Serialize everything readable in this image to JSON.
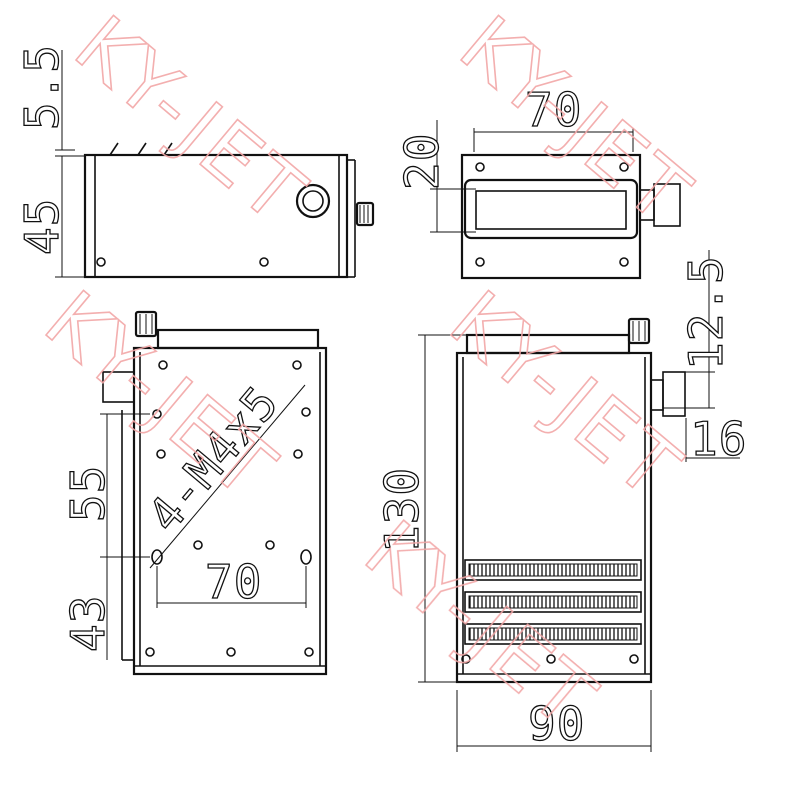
{
  "dimensions": {
    "side_top_gap": "5.5",
    "side_height": "45",
    "top_width": "70",
    "top_depth": "20",
    "front_hole_vertical": "55",
    "front_lower_offset": "43",
    "front_hole_horizontal": "70",
    "front_hole_callout": "4-M4x5",
    "rear_height": "130",
    "rear_width": "90",
    "rear_cable_offset": "12.5",
    "rear_cable_length": "16"
  },
  "watermark": {
    "text": "KY-JET",
    "color": "#f2a6a6"
  },
  "colors": {
    "line": "#111111",
    "background": "#ffffff"
  }
}
